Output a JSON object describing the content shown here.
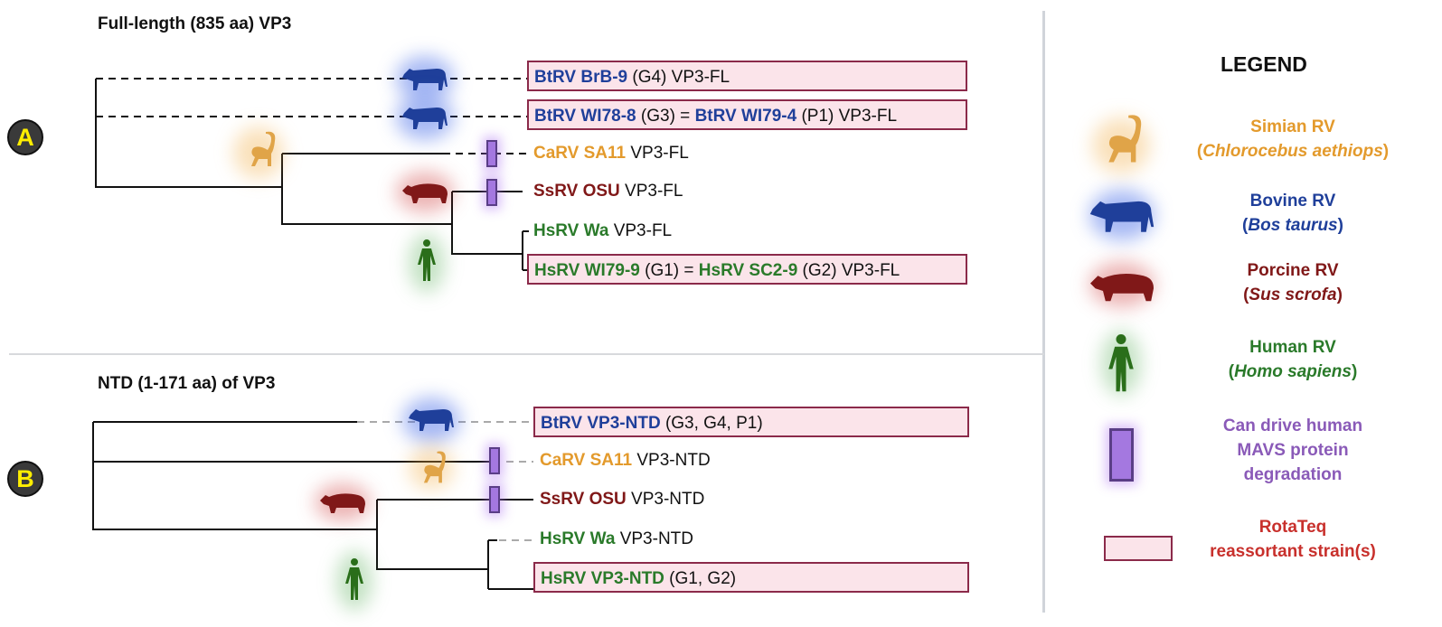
{
  "colors": {
    "bovine": "#1f3f9a",
    "simian": "#e39a2c",
    "porcine": "#801818",
    "human": "#2a7a2a",
    "mavs_marker": "#a478e0",
    "rotateq_fill": "#fbe4ea",
    "rotateq_border": "#8b2a4a",
    "badge_fill": "#3a3a3a",
    "badge_text": "#ffee00"
  },
  "panel_a": {
    "badge": "A",
    "title": "Full-length (835 aa) VP3",
    "leaves": [
      {
        "host": "bovine",
        "parts": [
          {
            "t": "BtRV BrB-9",
            "bold": true
          },
          {
            "t": " (G4) VP3-FL"
          }
        ],
        "rotateq": true
      },
      {
        "host": "bovine",
        "parts": [
          {
            "t": "BtRV WI78-8",
            "bold": true
          },
          {
            "t": " (G3) = "
          },
          {
            "t": "BtRV WI79-4",
            "bold": true
          },
          {
            "t": " (P1) VP3-FL"
          }
        ],
        "rotateq": true
      },
      {
        "host": "simian",
        "parts": [
          {
            "t": "CaRV SA11",
            "bold": true
          },
          {
            "t": " VP3-FL"
          }
        ],
        "rotateq": false
      },
      {
        "host": "porcine",
        "parts": [
          {
            "t": "SsRV OSU",
            "bold": true
          },
          {
            "t": " VP3-FL"
          }
        ],
        "rotateq": false
      },
      {
        "host": "human",
        "parts": [
          {
            "t": "HsRV Wa",
            "bold": true
          },
          {
            "t": " VP3-FL"
          }
        ],
        "rotateq": false
      },
      {
        "host": "human",
        "parts": [
          {
            "t": "HsRV WI79-9",
            "bold": true
          },
          {
            "t": " (G1) = "
          },
          {
            "t": "HsRV SC2-9",
            "bold": true
          },
          {
            "t": " (G2) VP3-FL"
          }
        ],
        "rotateq": true
      }
    ]
  },
  "panel_b": {
    "badge": "B",
    "title": "NTD (1-171 aa) of VP3",
    "leaves": [
      {
        "host": "bovine",
        "parts": [
          {
            "t": "BtRV VP3-NTD",
            "bold": true
          },
          {
            "t": " (G3, G4, P1)"
          }
        ],
        "rotateq": true
      },
      {
        "host": "simian",
        "parts": [
          {
            "t": "CaRV SA11",
            "bold": true
          },
          {
            "t": " VP3-NTD"
          }
        ],
        "rotateq": false
      },
      {
        "host": "porcine",
        "parts": [
          {
            "t": "SsRV OSU",
            "bold": true
          },
          {
            "t": " VP3-NTD"
          }
        ],
        "rotateq": false
      },
      {
        "host": "human",
        "parts": [
          {
            "t": "HsRV Wa",
            "bold": true
          },
          {
            "t": " VP3-NTD"
          }
        ],
        "rotateq": false
      },
      {
        "host": "human",
        "parts": [
          {
            "t": "HsRV VP3-NTD",
            "bold": true
          },
          {
            "t": " (G1, G2)"
          }
        ],
        "rotateq": true
      }
    ]
  },
  "legend": {
    "title": "LEGEND",
    "simian": {
      "name": "Simian RV",
      "species": "Chlorocebus aethiops"
    },
    "bovine": {
      "name": "Bovine RV",
      "species": "Bos taurus"
    },
    "porcine": {
      "name": "Porcine RV",
      "species": "Sus scrofa"
    },
    "human": {
      "name": "Human RV",
      "species": "Homo sapiens"
    },
    "mavs": {
      "line1": "Can drive human",
      "line2": "MAVS protein",
      "line3": "degradation"
    },
    "rotateq": {
      "line1": "RotaTeq",
      "line2": "reassortant strain(s)"
    }
  }
}
